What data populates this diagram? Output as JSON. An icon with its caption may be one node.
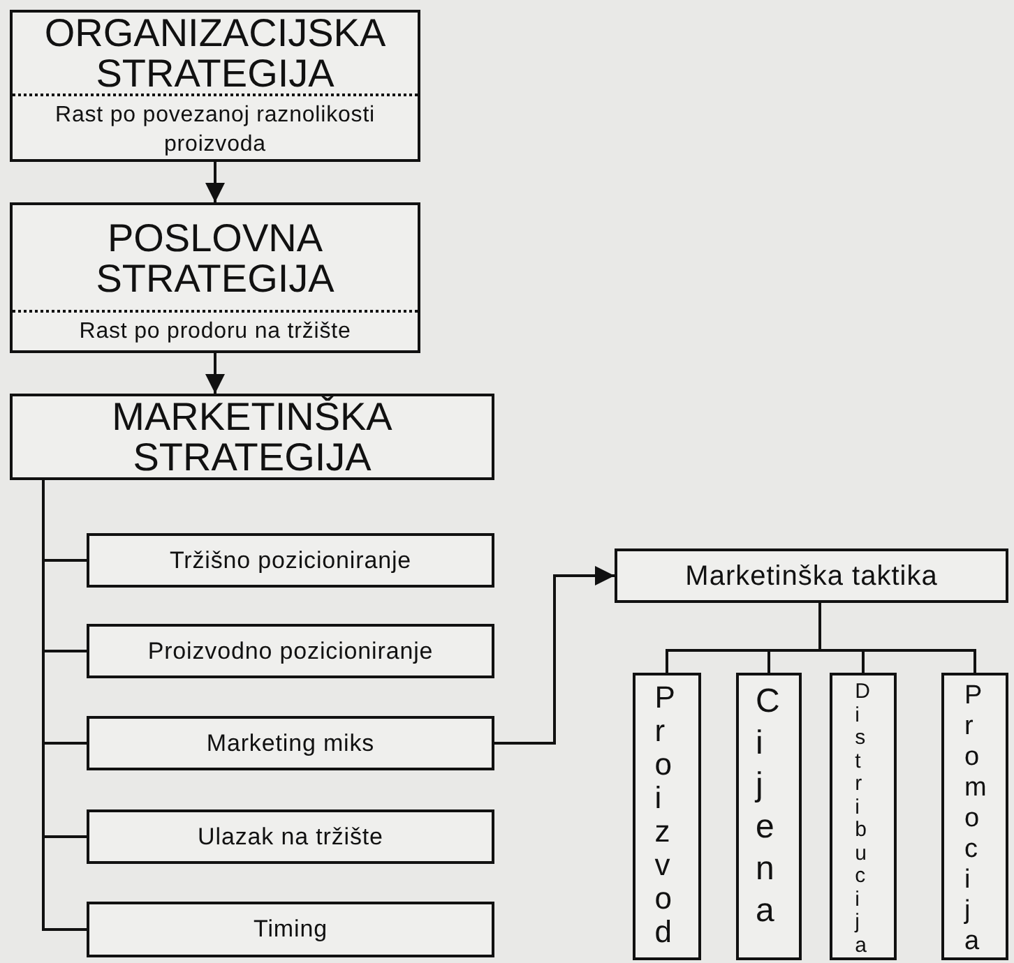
{
  "diagram": {
    "nodes": [
      {
        "text": [
          "ORGANIZACIJSKA STRATEGIJA",
          "Rast po povezanoj raznolikosti proizvoda"
        ]
      },
      {
        "text": [
          "POSLOVNA STRATEGIJA",
          "Rast po prodoru na tržište"
        ]
      },
      {
        "text": [
          "MARKETINŠKA STRATEGIJA"
        ]
      },
      {
        "text": [
          "Tržišno pozicioniranje"
        ]
      },
      {
        "text": [
          "Proizvodno pozicioniranje"
        ]
      },
      {
        "text": [
          "Marketing miks"
        ]
      },
      {
        "text": [
          "Ulazak na tržište"
        ]
      },
      {
        "text": [
          "Timing"
        ]
      },
      {
        "text": [
          "Marketinška taktika"
        ]
      },
      {
        "text": [
          "Proizvod"
        ]
      },
      {
        "text": [
          "Cijena"
        ]
      },
      {
        "text": [
          "Distribucija"
        ]
      },
      {
        "text": [
          "Promocija"
        ]
      }
    ],
    "edges": [
      {
        "from": 0,
        "to": 1,
        "arrow": "to"
      },
      {
        "from": 1,
        "to": 2,
        "arrow": "to"
      },
      {
        "from": 2,
        "to": 3,
        "arrow": "none"
      },
      {
        "from": 2,
        "to": 4,
        "arrow": "none"
      },
      {
        "from": 2,
        "to": 5,
        "arrow": "none"
      },
      {
        "from": 2,
        "to": 6,
        "arrow": "none"
      },
      {
        "from": 2,
        "to": 7,
        "arrow": "none"
      },
      {
        "from": 5,
        "to": 8,
        "arrow": "to"
      },
      {
        "from": 8,
        "to": 9,
        "arrow": "none"
      },
      {
        "from": 8,
        "to": 10,
        "arrow": "none"
      },
      {
        "from": 8,
        "to": 11,
        "arrow": "none"
      },
      {
        "from": 8,
        "to": 12,
        "arrow": "none"
      }
    ]
  }
}
